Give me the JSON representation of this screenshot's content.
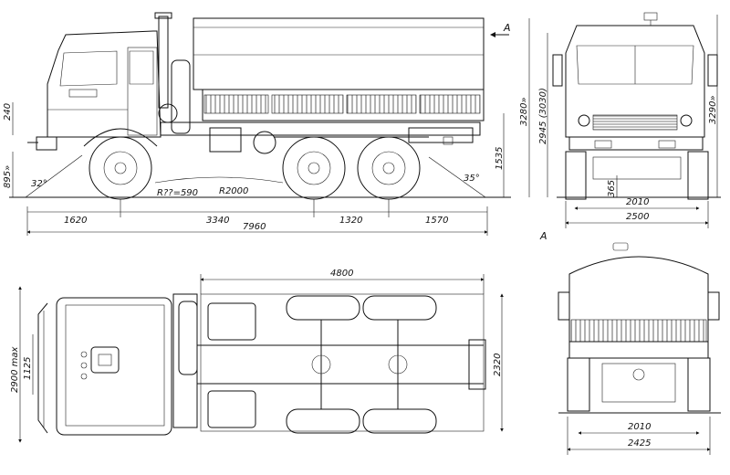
{
  "side_view": {
    "section_marker": "A",
    "dims": {
      "d240": "240",
      "d895": "895»",
      "a32": "32°",
      "r590": "R??=590",
      "r2000": "R2000",
      "a35": "35°",
      "d1535": "1535",
      "d3280": "3280»",
      "d2945": "2945 (3030)",
      "d1620": "1620",
      "d3340": "3340",
      "d1320": "1320",
      "d1570": "1570",
      "d7960": "7960"
    }
  },
  "front_view": {
    "dims": {
      "d3290": "3290»",
      "d365": "365",
      "d2010": "2010",
      "d2500": "2500"
    },
    "view_label": "A"
  },
  "top_view": {
    "dims": {
      "d4800": "4800",
      "d2900": "2900 max",
      "d1125": "1125",
      "d2320": "2320"
    }
  },
  "rear_view": {
    "dims": {
      "d2010": "2010",
      "d2425": "2425"
    }
  }
}
